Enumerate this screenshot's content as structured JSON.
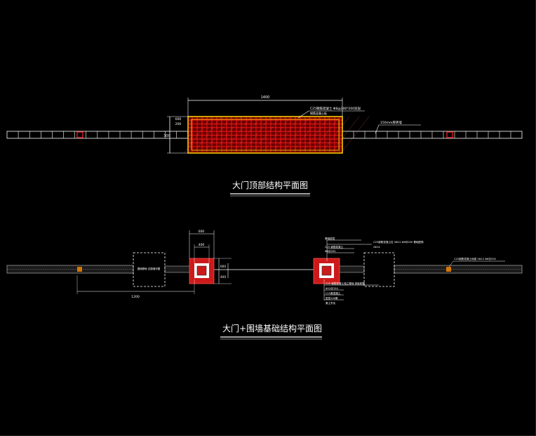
{
  "drawing": {
    "top_plan": {
      "title": "大门顶部结构平面图",
      "dim_width": "1400",
      "dim_height": "300",
      "dim_side_a": "600",
      "dim_side_b": "200",
      "note_deck": "C25钢筋混凝土 Φ8@200*200双层",
      "note_deck_sub": "钢筋混凝土板",
      "note_wall": "150mm厚砖墙",
      "colors": {
        "grid": "#ff1a1a",
        "fill": "#8b0000",
        "frame": "#ffd700",
        "line": "#ffffff"
      }
    },
    "foundation_plan": {
      "title": "大门+围墙基础结构平面图",
      "dim_col_top": "600",
      "dim_col_inner": "400",
      "dim_col_side": "600",
      "dim_col_side_b": "400",
      "dim_span": "1200",
      "note_dashed": "围墙基础 见围墙详图",
      "note_top_1": "C25钢筋混凝土柱 4Φ12 Φ6@200 基础配筋",
      "note_top_2": "C25 钢筋混凝土",
      "note_top_3": "Φ8@200",
      "note_top_4": "基础垫层",
      "note_top_5": "2Φ14",
      "note_bottom_1": "C25 钢筋混凝土独立基础 底板配筋",
      "note_bottom_2": "Φ12@150",
      "note_bottom_3": "C15素混凝土",
      "note_bottom_4": "垫层100厚",
      "note_bottom_5": "素土夯实",
      "note_right": "C25钢筋混凝土地梁 2Φ12 Φ6@200",
      "colors": {
        "column": "#ffffff",
        "column_bg": "#cc1a1a",
        "wall": "#b0b0b0",
        "line": "#ffffff",
        "marker": "#ff8c00"
      }
    }
  }
}
